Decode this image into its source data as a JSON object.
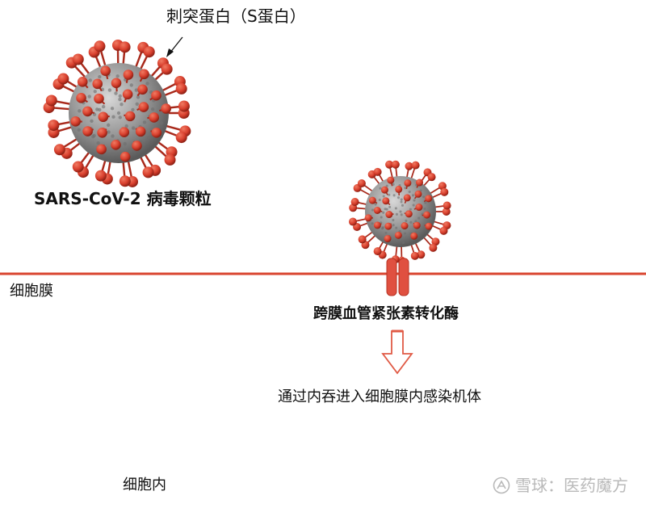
{
  "labels": {
    "spike_protein": "刺突蛋白（S蛋白）",
    "virus_particle": "SARS-CoV-2 病毒颗粒",
    "cell_membrane": "细胞膜",
    "ace2": "跨膜血管紧张素转化酶",
    "endocytosis": "通过内吞进入细胞膜内感染机体",
    "intracellular": "细胞内"
  },
  "watermark": {
    "text": "雪球：医药魔方",
    "icon": "snowball-logo-icon"
  },
  "colors": {
    "spike": "#d9402e",
    "spike_dark": "#a8291b",
    "virus_body": "#9a9a9a",
    "membrane": "#d9442f",
    "receptor": "#e05040",
    "arrow": "#e05a45",
    "watermark": "#b9b9b9"
  },
  "icons": {
    "pointer_arrow": "arrow-pointer-icon",
    "down_arrow": "hollow-down-arrow-icon"
  }
}
